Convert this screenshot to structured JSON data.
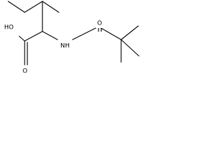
{
  "molecule": {
    "atom_labels": {
      "hydroxyl": "HO",
      "carboxyl_carbonyl_oxygen": "O",
      "amide_nitrogen": "NH",
      "amide_carbonyl_oxygen": "O"
    }
  }
}
